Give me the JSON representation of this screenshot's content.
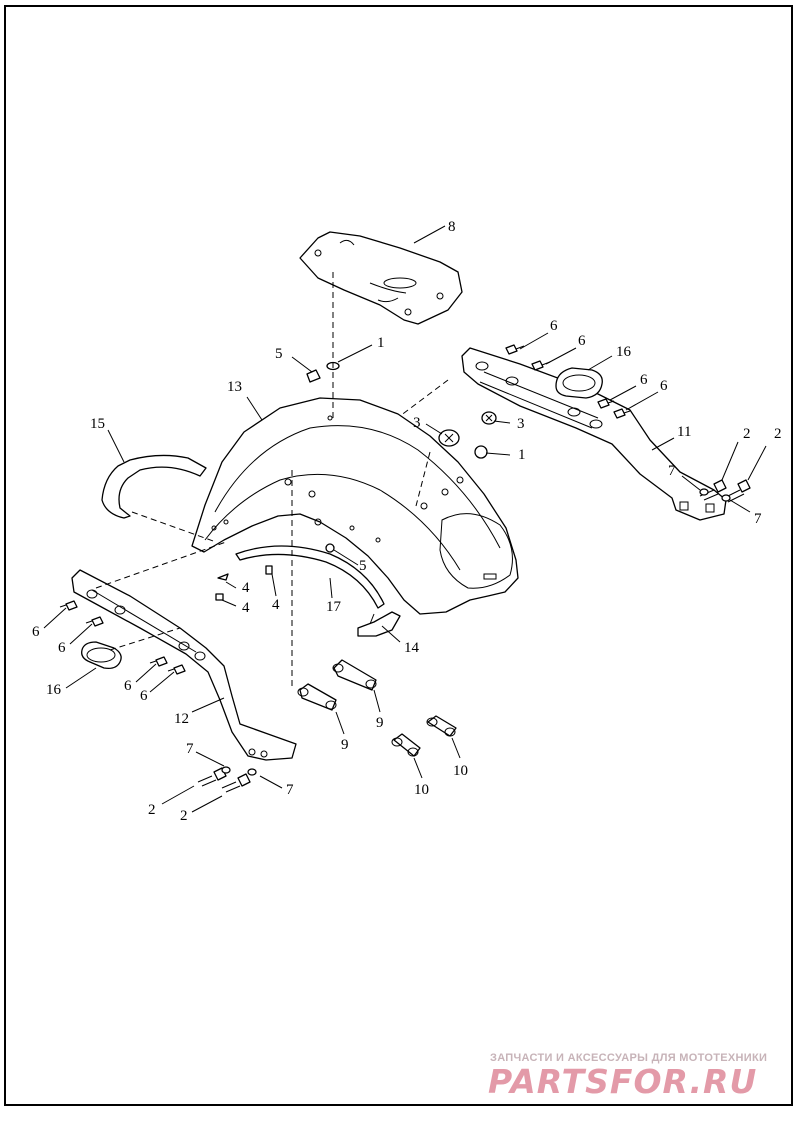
{
  "callouts": {
    "c1a": "1",
    "c1b": "1",
    "c2a": "2",
    "c2b": "2",
    "c2c": "2",
    "c2d": "2",
    "c3a": "3",
    "c3b": "3",
    "c4a": "4",
    "c4b": "4",
    "c4c": "4",
    "c5a": "5",
    "c5b": "5",
    "c6a": "6",
    "c6b": "6",
    "c6c": "6",
    "c6d": "6",
    "c6e": "6",
    "c6f": "6",
    "c6g": "6",
    "c6h": "6",
    "c7a": "7",
    "c7b": "7",
    "c7c": "7",
    "c7d": "7",
    "c8": "8",
    "c9a": "9",
    "c9b": "9",
    "c10a": "10",
    "c10b": "10",
    "c11": "11",
    "c12": "12",
    "c13": "13",
    "c14": "14",
    "c15": "15",
    "c16a": "16",
    "c16b": "16",
    "c17": "17"
  },
  "watermark": {
    "caption": "ЗАПЧАСТИ И АКСЕССУАРЫ ДЛЯ МОТОТЕХНИКИ",
    "logo": "PARTSFOR.RU"
  },
  "colors": {
    "line": "#000000",
    "paper": "#ffffff",
    "watermark": "#e39aa8"
  }
}
